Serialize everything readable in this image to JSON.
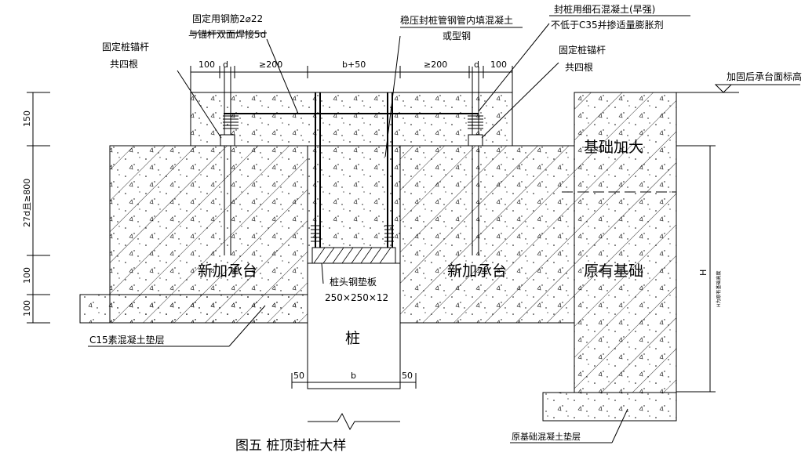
{
  "labels": {
    "rebar_line1": "固定用钢筋2⌀22",
    "rebar_line2": "与锚杆双面焊接5d",
    "fill_line1": "稳压封桩管钢管内填混凝土",
    "fill_line2": "或型钢",
    "seal_line1": "封桩用细石混凝土(早强)",
    "seal_line2": "不低于C35并掺适量膨胀剂",
    "anchor_left_1": "固定桩锚杆",
    "anchor_left_2": "共四根",
    "anchor_right_1": "固定桩锚杆",
    "anchor_right_2": "共四根",
    "top_elevation": "加固后承台面标高",
    "new_cap_left": "新加承台",
    "new_cap_right": "新加承台",
    "foundation_enlarge": "基础加大",
    "existing_foundation": "原有基础",
    "plate_line1": "桩头钢垫板",
    "plate_line2": "250×250×12",
    "pile": "桩",
    "c15_layer": "C15素混凝土垫层",
    "orig_layer": "原基础混凝土垫层",
    "h_label": "H",
    "h_note": "H为原有基础高度",
    "caption": "图五 桩顶封桩大样"
  },
  "dims": {
    "top_100_left": "100",
    "top_d_left": "d",
    "top_200_left": "≥200",
    "top_b50": "b+50",
    "top_200_right": "≥200",
    "top_d_right": "d",
    "top_100_right": "100",
    "left_150": "150",
    "left_27d": "27d且≥800",
    "left_100a": "100",
    "left_100b": "100",
    "bot_50_left": "50",
    "bot_b": "b",
    "bot_50_right": "50"
  }
}
